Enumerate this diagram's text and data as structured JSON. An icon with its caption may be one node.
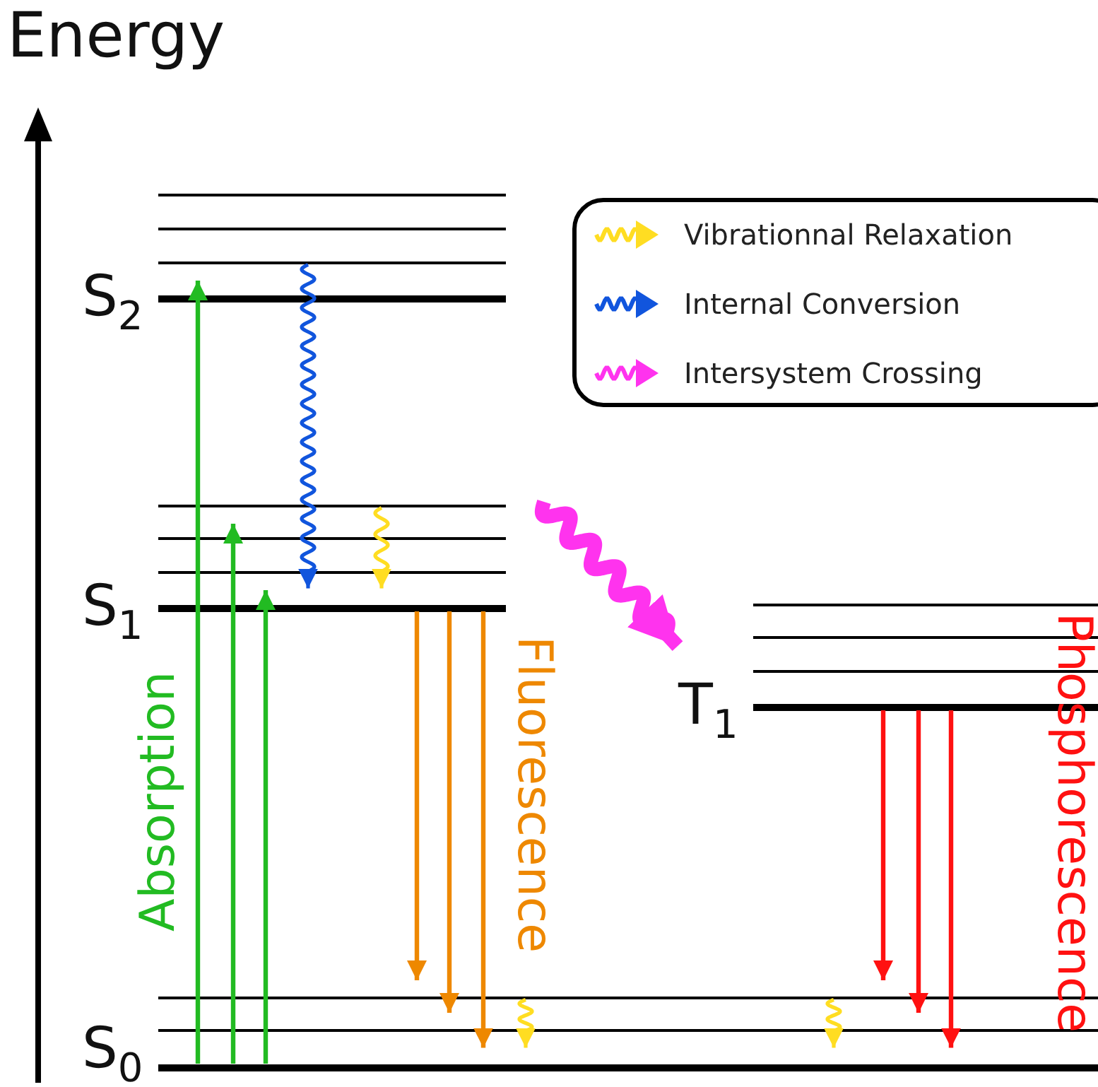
{
  "diagram": {
    "nodes": [
      {
        "text": [],
        "shape": "bar"
      },
      {
        "text": [],
        "shape": "bar"
      },
      {
        "text": [],
        "shape": "bar"
      },
      {
        "text": [
          "S$_{2}$"
        ]
      },
      {
        "text": [],
        "shape": "bar"
      },
      {
        "text": [],
        "shape": "bar"
      },
      {
        "text": [],
        "shape": "bar"
      },
      {
        "text": [
          "S$_{1}$"
        ]
      },
      {
        "text": [],
        "shape": "bar"
      },
      {
        "text": [],
        "shape": "bar"
      },
      {
        "text": [],
        "shape": "bar"
      },
      {
        "text": [
          "T$_{1}$"
        ]
      },
      {
        "text": [],
        "shape": "bar"
      },
      {
        "text": [],
        "shape": "bar"
      },
      {
        "text": [
          "S$_{0}$"
        ]
      }
    ],
    "edges": [
      {
        "from": 14,
        "to": 2,
        "arrow": "to",
        "color": "#22bb22"
      },
      {
        "from": 14,
        "to": 4,
        "arrow": "to",
        "color": "#22bb22"
      },
      {
        "from": 14,
        "to": 6,
        "arrow": "to",
        "color": "#22bb22"
      },
      {
        "from": 2,
        "to": 7,
        "arrow": "to",
        "color": "#1155dd"
      },
      {
        "from": 4,
        "to": 7,
        "arrow": "to",
        "color": "#ffdd22"
      },
      {
        "from": 7,
        "to": 12,
        "arrow": "to",
        "color": "#ee8800"
      },
      {
        "from": 7,
        "to": 13,
        "arrow": "to",
        "color": "#ee8800"
      },
      {
        "from": 7,
        "to": 14,
        "arrow": "to",
        "color": "#ee8800"
      },
      {
        "from": 12,
        "to": 14,
        "arrow": "to",
        "color": "#ffdd22"
      },
      {
        "from": null,
        "to": 11,
        "arrow": "to",
        "style": "thick",
        "color": "#ff33ee"
      },
      {
        "from": 11,
        "to": 12,
        "arrow": "to",
        "color": "#ff1111"
      },
      {
        "from": 11,
        "to": 13,
        "arrow": "to",
        "color": "#ff1111"
      },
      {
        "from": 11,
        "to": 14,
        "arrow": "to",
        "color": "#ff1111"
      },
      {
        "from": 12,
        "to": 14,
        "arrow": "to",
        "color": "#ffdd22"
      }
    ],
    "labels": [
      "Energy",
      "Absorption",
      "Fluorescence",
      "Phosphorescence"
    ],
    "legend": [
      {
        "text": "Vibrationnal Relaxation",
        "color": "#ffdd22"
      },
      {
        "text": "Internal Conversion",
        "color": "#1155dd"
      },
      {
        "text": "Intersystem Crossing",
        "color": "#ff33ee"
      }
    ]
  }
}
